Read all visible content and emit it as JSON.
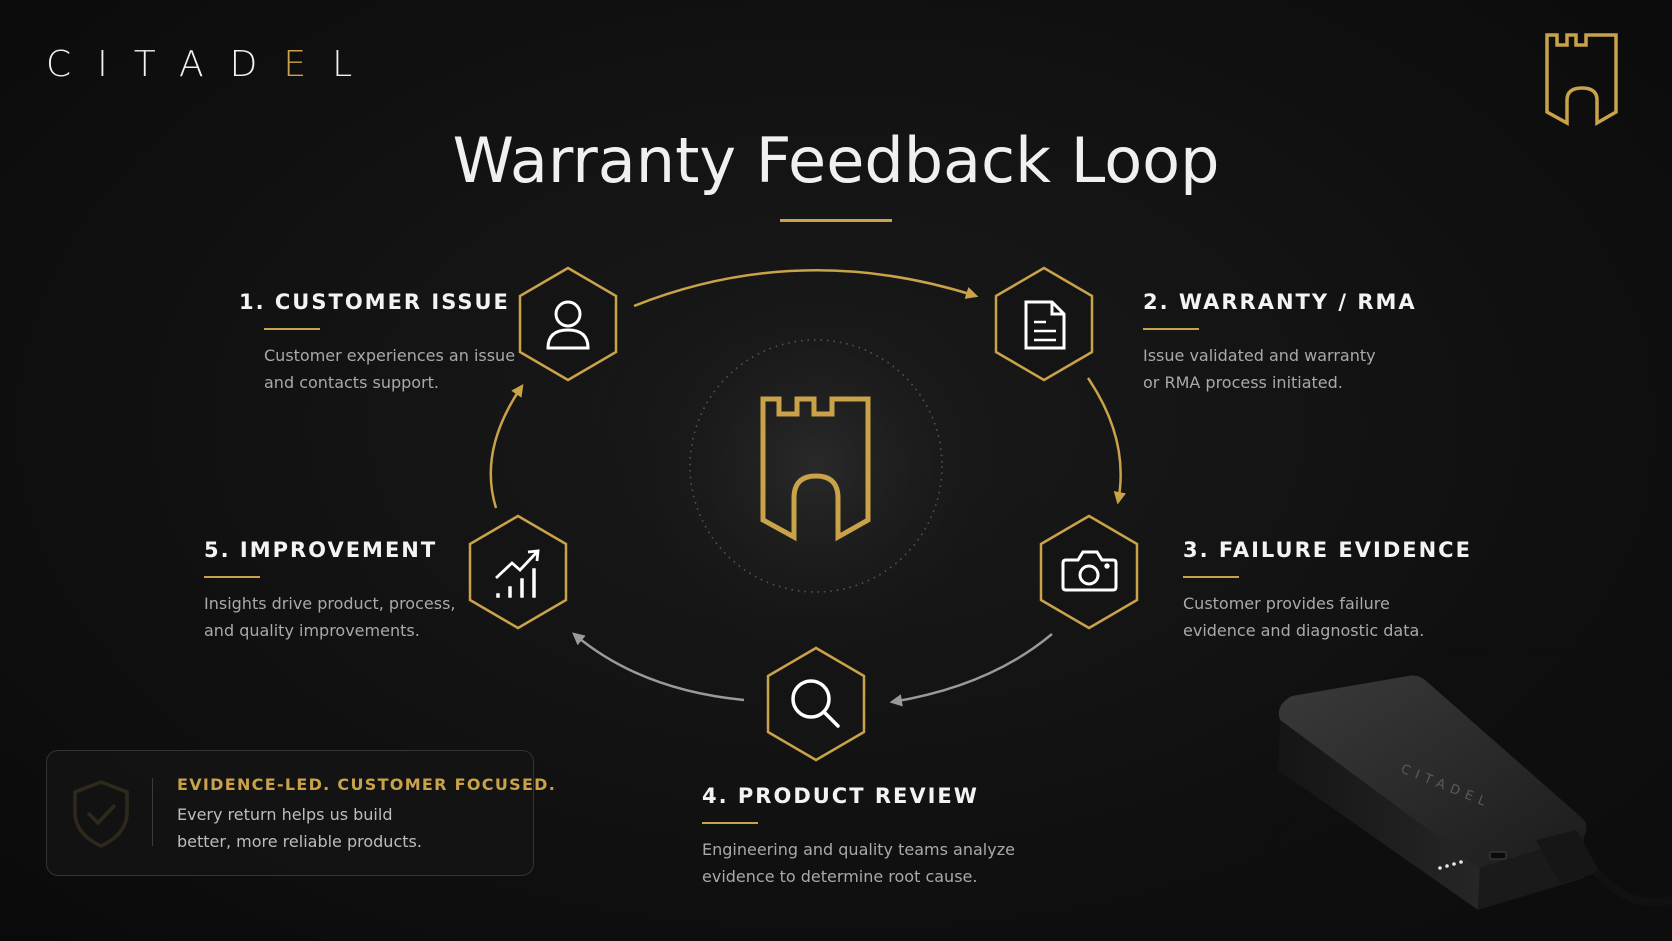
{
  "brand": {
    "logo_text": "CITADEL",
    "accent": "#c9a24a"
  },
  "title": "Warranty Feedback Loop",
  "steps": [
    {
      "title": "1. CUSTOMER ISSUE",
      "desc_line1": "Customer experiences an issue",
      "desc_line2": "and contacts support.",
      "icon": "user-icon"
    },
    {
      "title": "2. WARRANTY / RMA",
      "desc_line1": "Issue validated and warranty",
      "desc_line2": "or RMA process initiated.",
      "icon": "document-icon"
    },
    {
      "title": "3. FAILURE EVIDENCE",
      "desc_line1": "Customer provides failure",
      "desc_line2": "evidence and diagnostic data.",
      "icon": "camera-icon"
    },
    {
      "title": "4. PRODUCT REVIEW",
      "desc_line1": "Engineering and quality teams analyze",
      "desc_line2": "evidence to determine root cause.",
      "icon": "search-icon"
    },
    {
      "title": "5. IMPROVEMENT",
      "desc_line1": "Insights drive product, process,",
      "desc_line2": "and quality improvements.",
      "icon": "chart-up-icon"
    }
  ],
  "callout": {
    "heading": "EVIDENCE-LED. CUSTOMER FOCUSED.",
    "line1": "Every return helps us build",
    "line2": "better, more reliable products.",
    "icon": "shield-check-icon"
  },
  "product": {
    "label": "CITADEL"
  }
}
